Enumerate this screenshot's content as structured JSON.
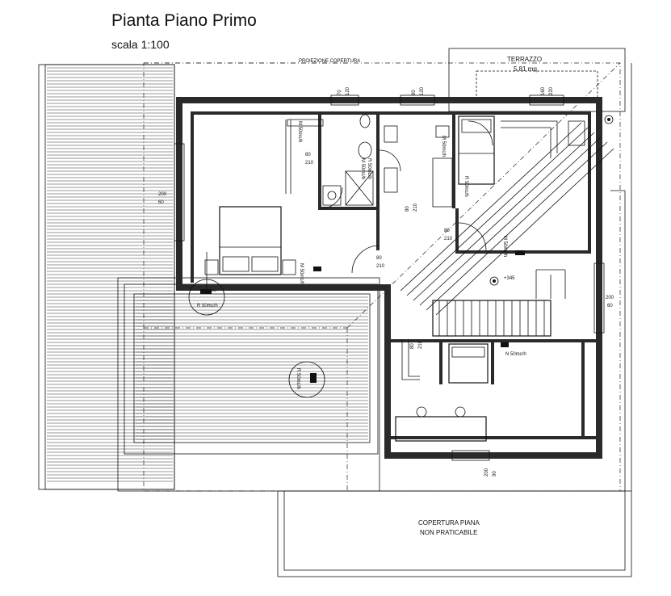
{
  "header": {
    "title": "Pianta Piano Primo",
    "scale": "scala 1:100"
  },
  "labels": {
    "terrace_name": "TERRAZZO",
    "terrace_area": "5.81 mq",
    "roof_projection": "PROIEZIONE COPERTURA",
    "flat_roof_line1": "COPERTURA PIANA",
    "flat_roof_line2": "NON PRATICABILE",
    "level_mark": "+345"
  },
  "window_dims": {
    "w_top_bath_a": "70",
    "w_top_bath_b": "120",
    "w_top_hall_a": "90",
    "w_top_hall_b": "120",
    "w_top_room_a": "160",
    "w_top_room_b": "220",
    "w_left_a": "200",
    "w_left_b": "60",
    "w_right_a": "200",
    "w_right_b": "60",
    "w_bottom_a": "200",
    "w_bottom_b": "90"
  },
  "door_dims": {
    "d1_a": "80",
    "d1_b": "210",
    "d2_a": "80",
    "d2_b": "210",
    "d3_a": "80",
    "d3_b": "210",
    "d4_a": "80",
    "d4_b": "210",
    "d5_a": "80",
    "d5_b": "210"
  },
  "ventilation": {
    "v1": "M 50mc/h",
    "v2": "R 50mc/h",
    "v3": "M 50mc/h",
    "v4": "R 50mc/h",
    "v5": "M 50mc/h",
    "v6": "R 50mc/h",
    "v7": "M 50mc/h",
    "v8": "R 50mc/h",
    "v9": "N 50mc/h",
    "v10": "M 50mc/h"
  }
}
